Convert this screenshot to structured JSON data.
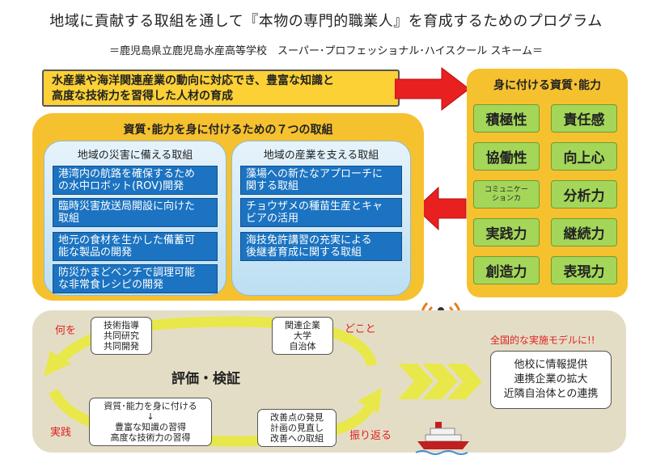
{
  "header": {
    "title": "地域に貢献する取組を通して『本物の専門的職業人』を育成するためのプログラム",
    "subtitle": "＝鹿児島県立鹿児島水産高等学校　スーパー･プロフェッショナル･ハイスクール スキーム＝"
  },
  "goal": {
    "line1": "水産業や海洋関連産業の動向に対応でき、豊富な知識と",
    "line2": "高度な技術力を習得した人材の育成"
  },
  "abilities": {
    "title": "身に付ける資質･能力",
    "items": [
      "積極性",
      "責任感",
      "協働性",
      "向上心",
      "コミュニケーションカ",
      "分析力",
      "実践力",
      "継続力",
      "創造力",
      "表現力"
    ],
    "small_line1": "コミュニケー",
    "small_line2": "ションカ"
  },
  "initiatives": {
    "title": "資質･能力を身に付けるための７つの取組",
    "disaster": {
      "title": "地域の災害に備える取組",
      "items": [
        [
          "港湾内の航路を確保するため",
          "の水中ロボット(ROV)開発"
        ],
        [
          "臨時災害放送局開設に向けた",
          "取組"
        ],
        [
          "地元の食材を生かした備蓄可",
          "能な製品の開発"
        ],
        [
          "防災かまどベンチで調理可能",
          "な非常食レシピの開発"
        ]
      ]
    },
    "industry": {
      "title": "地域の産業を支える取組",
      "items": [
        [
          "藻場への新たなアプローチに",
          "関する取組"
        ],
        [
          "チョウザメの種苗生産とキャ",
          "ビアの活用"
        ],
        [
          "海技免許講習の充実による",
          "後継者育成に関する取組"
        ]
      ]
    }
  },
  "cycle": {
    "center": "評価・検証",
    "what": "何を",
    "where": "どこと",
    "practice": "実践",
    "reflect": "振り返る",
    "box_what": [
      "技術指導",
      "共同研究",
      "共同開発"
    ],
    "box_where": [
      "関連企業",
      "大学",
      "自治体"
    ],
    "box_practice": [
      "資質･能力を身に付ける",
      "↓",
      "豊富な知識の習得",
      "高度な技術力の習得"
    ],
    "box_reflect": [
      "改善点の発見",
      "計画の見直し",
      "改善への取組"
    ]
  },
  "model": {
    "label": "全国的な実施モデルに!!",
    "outcomes": [
      "他校に情報提供",
      "連携企業の拡大",
      "近隣自治体との連携"
    ]
  },
  "colors": {
    "gold": "#f6c12f",
    "blue": "#1b73c1",
    "green": "#a4d65a",
    "red": "#e02020",
    "beige": "#e4ddc6",
    "yellow_arrow": "#e8e84a"
  }
}
